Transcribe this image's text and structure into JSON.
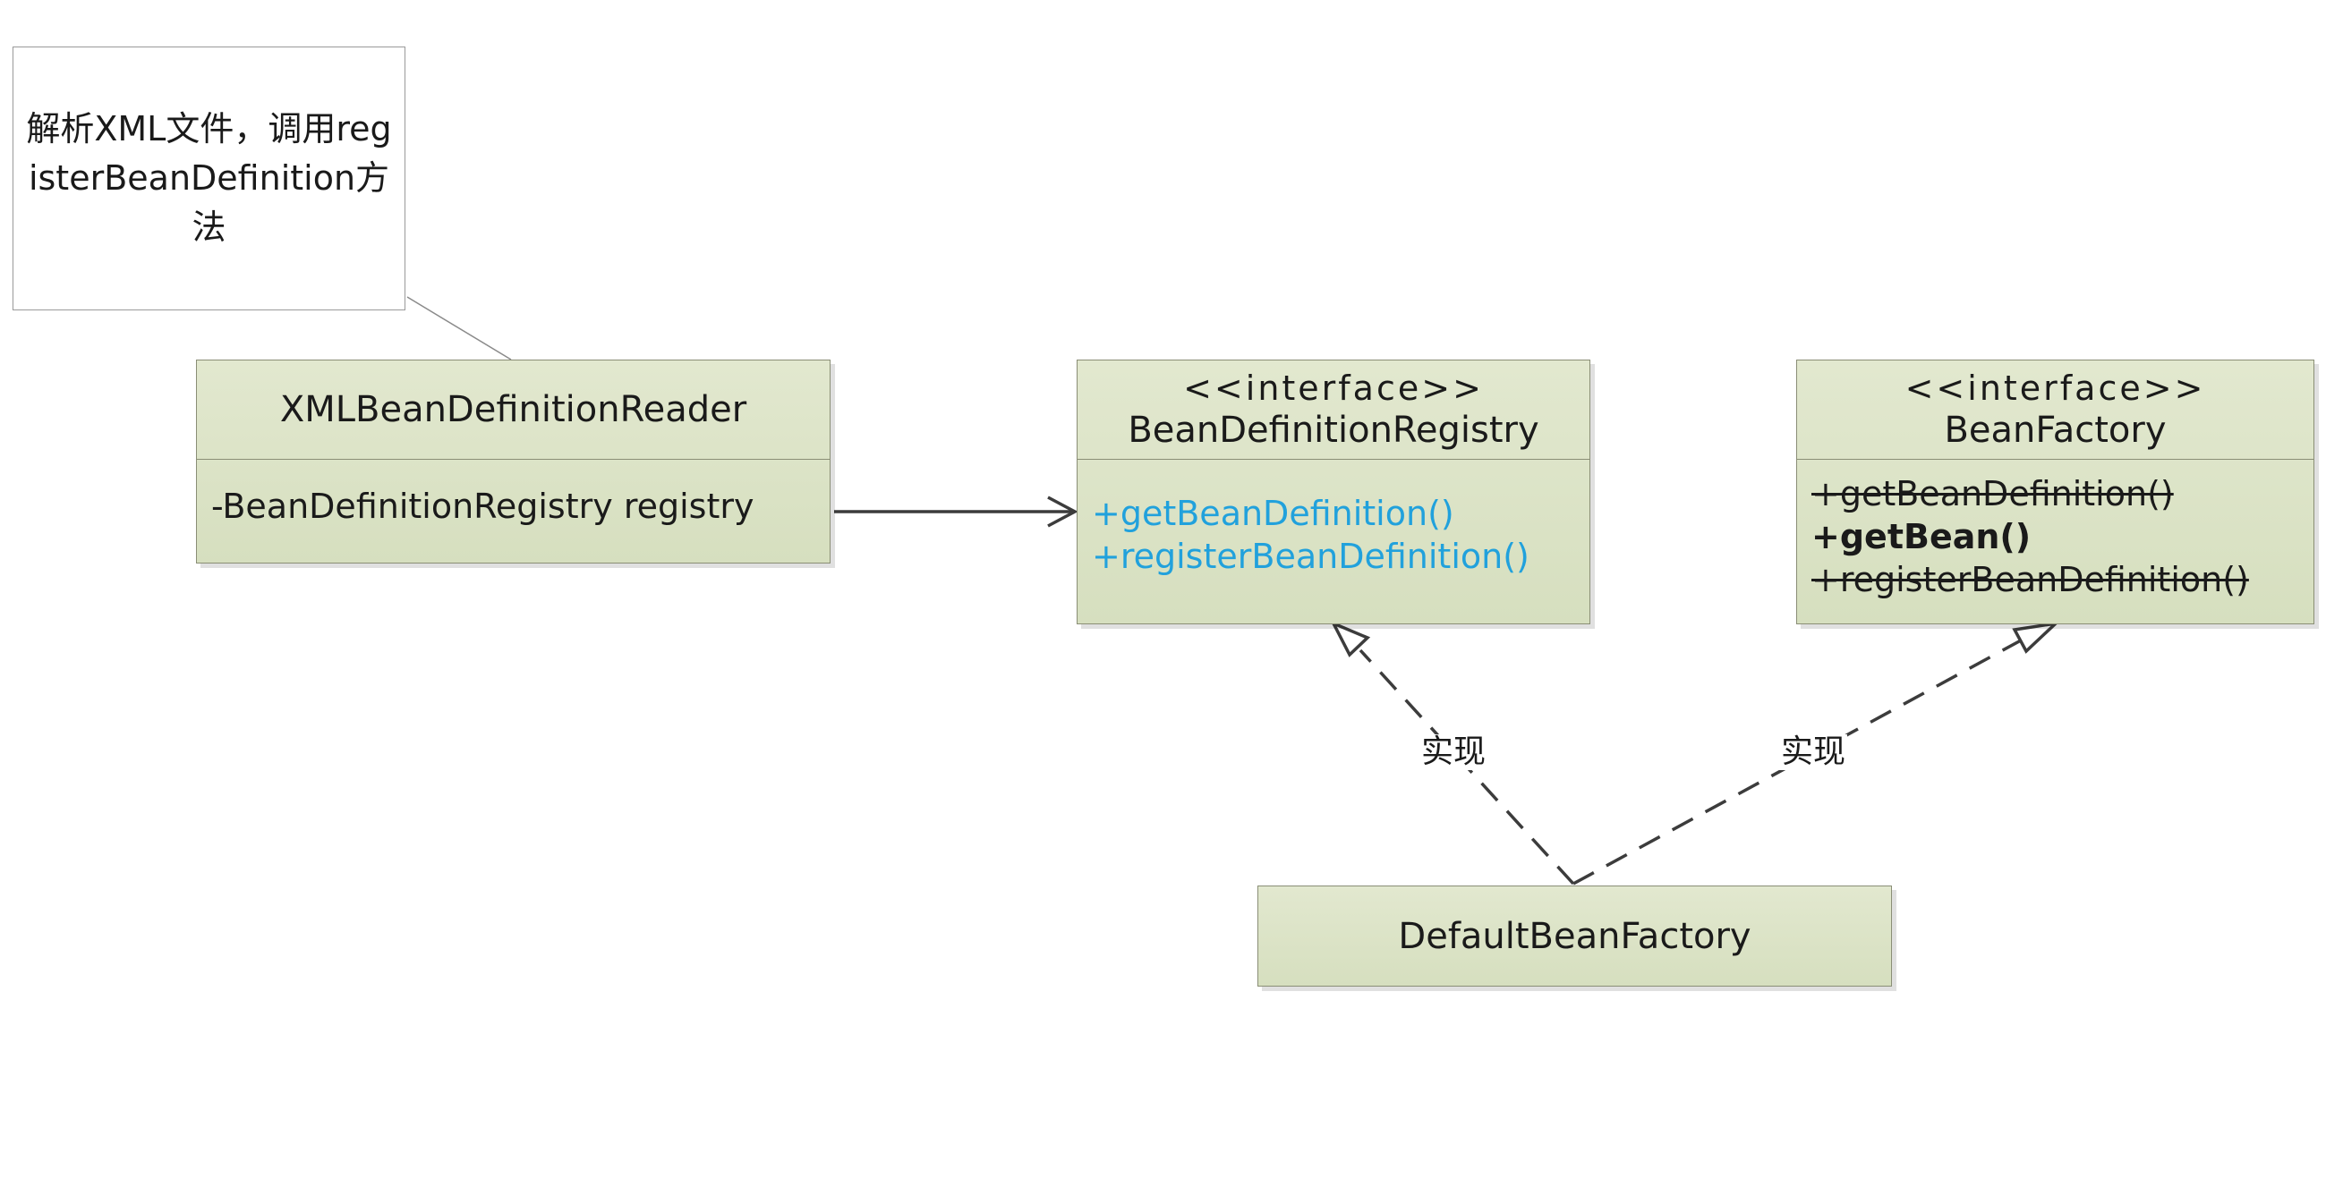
{
  "note": {
    "text": "解析XML文件，调用registerBeanDefinition方法"
  },
  "classes": {
    "reader": {
      "name": "XMLBeanDefinitionReader",
      "members": [
        "-BeanDefinitionRegistry registry"
      ]
    },
    "registry": {
      "stereotype": "<<interface>>",
      "name": "BeanDefinitionRegistry",
      "members": [
        "+getBeanDefinition()",
        "+registerBeanDefinition()"
      ]
    },
    "factory": {
      "stereotype": "<<interface>>",
      "name": "BeanFactory",
      "members": [
        "+getBeanDefinition()",
        "+getBean()",
        "+registerBeanDefinition()"
      ]
    },
    "default_factory": {
      "name": "DefaultBeanFactory"
    }
  },
  "edges": {
    "realization_label_1": "实现",
    "realization_label_2": "实现"
  },
  "colors": {
    "class_fill": "#dce4c6",
    "class_border": "#8a8e76",
    "highlight_text": "#21a1dc",
    "line": "#3c3c3c",
    "note_border": "#9a9a9a"
  }
}
